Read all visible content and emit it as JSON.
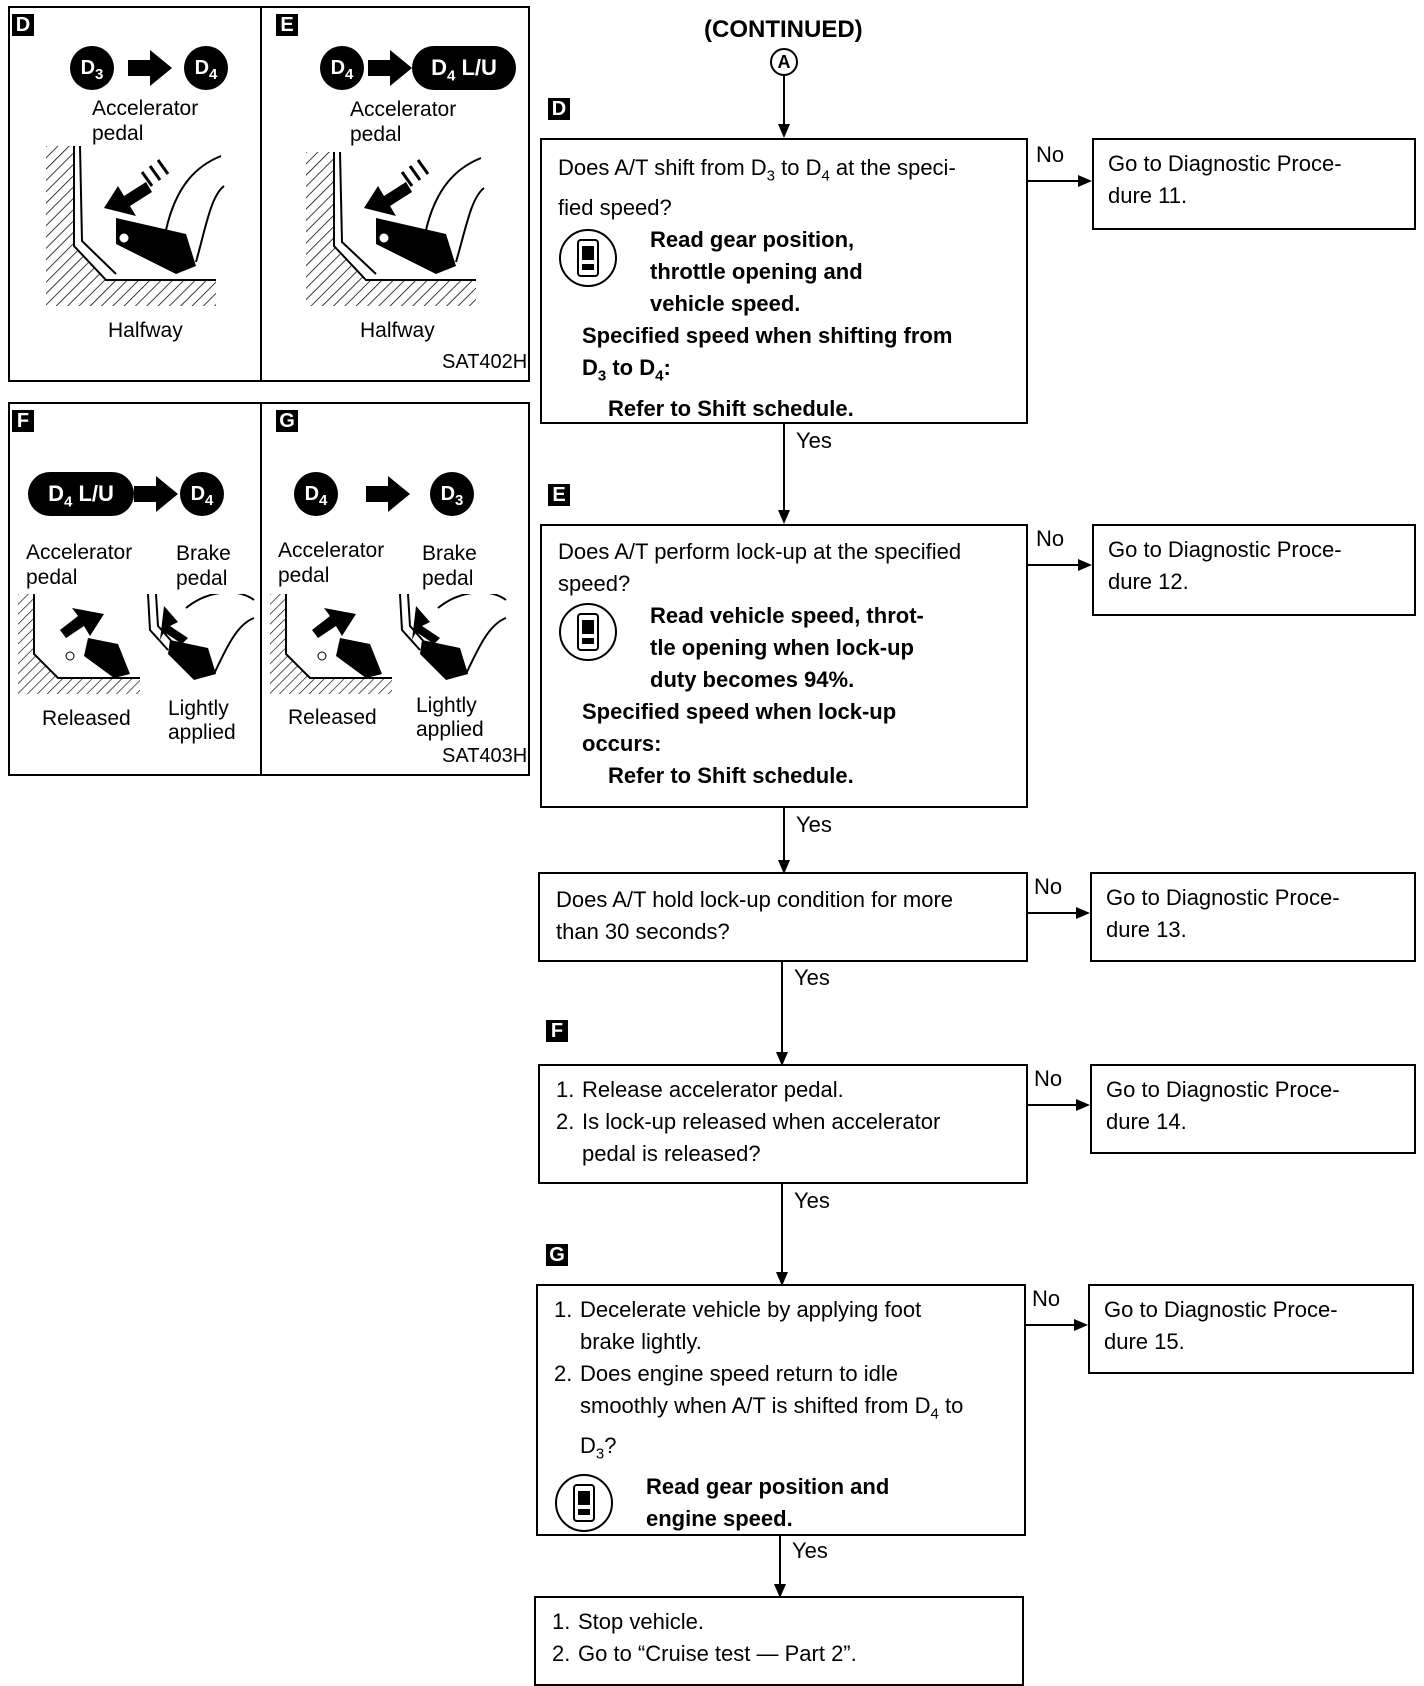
{
  "header": {
    "continued": "(CONTINUED)",
    "connector": "A"
  },
  "panels": {
    "D": {
      "tag": "D",
      "from": "D3",
      "to": "D4",
      "label1": "Accelerator",
      "label2": "pedal",
      "state": "Halfway"
    },
    "E": {
      "tag": "E",
      "from": "D4",
      "to": "D4 L/U",
      "label1": "Accelerator",
      "label2": "pedal",
      "state": "Halfway",
      "code": "SAT402H"
    },
    "F": {
      "tag": "F",
      "from": "D4 L/U",
      "to": "D4",
      "acc1": "Accelerator",
      "acc2": "pedal",
      "brake1": "Brake",
      "brake2": "pedal",
      "acc_state": "Released",
      "brake_state1": "Lightly",
      "brake_state2": "applied"
    },
    "G": {
      "tag": "G",
      "from": "D4",
      "to": "D3",
      "acc1": "Accelerator",
      "acc2": "pedal",
      "brake1": "Brake",
      "brake2": "pedal",
      "acc_state": "Released",
      "brake_state1": "Lightly",
      "brake_state2": "applied",
      "code": "SAT403H"
    }
  },
  "flow": {
    "yes": "Yes",
    "no": "No",
    "steps": [
      {
        "tag": "D",
        "q1": "Does A/T shift from D",
        "q1s": "3",
        "q1b": " to D",
        "q1bs": "4",
        "q1c": " at the speci-",
        "q2": "fied speed?",
        "c1": "Read gear position,",
        "c2": "throttle opening and",
        "c3": "vehicle speed.",
        "s1": "Specified speed when shifting from",
        "s2": "D",
        "s2s": "3",
        "s2b": " to D",
        "s2bs": "4",
        "s2c": ":",
        "s3": "Refer to Shift schedule.",
        "goto1": "Go to Diagnostic Proce-",
        "goto2": "dure 11."
      },
      {
        "tag": "E",
        "q1": "Does A/T perform lock-up at the specified",
        "q2": "speed?",
        "c1": "Read vehicle speed, throt-",
        "c2": "tle opening when lock-up",
        "c3": "duty becomes 94%.",
        "s1": "Specified speed when lock-up",
        "s2": "occurs:",
        "s3": "Refer to Shift schedule.",
        "goto1": "Go to Diagnostic Proce-",
        "goto2": "dure 12."
      },
      {
        "q1": "Does A/T hold lock-up condition for more",
        "q2": "than 30 seconds?",
        "goto1": "Go to Diagnostic Proce-",
        "goto2": "dure 13."
      },
      {
        "tag": "F",
        "l1n": "1.",
        "l1": "Release accelerator pedal.",
        "l2n": "2.",
        "l2": "Is lock-up released when accelerator",
        "l3": "pedal is released?",
        "goto1": "Go to Diagnostic Proce-",
        "goto2": "dure 14."
      },
      {
        "tag": "G",
        "l1n": "1.",
        "l1": "Decelerate vehicle by applying foot",
        "l1b": "brake lightly.",
        "l2n": "2.",
        "l2": "Does engine speed return to idle",
        "l2b": "smoothly when A/T is shifted from D",
        "l2bs": "4",
        "l2bt": " to",
        "l2c": "D",
        "l2cs": "3",
        "l2ct": "?",
        "c1": "Read gear position and",
        "c2": "engine speed.",
        "goto1": "Go to Diagnostic Proce-",
        "goto2": "dure 15."
      },
      {
        "l1n": "1.",
        "l1": "Stop vehicle.",
        "l2n": "2.",
        "l2": "Go to “Cruise test — Part 2”."
      }
    ]
  }
}
